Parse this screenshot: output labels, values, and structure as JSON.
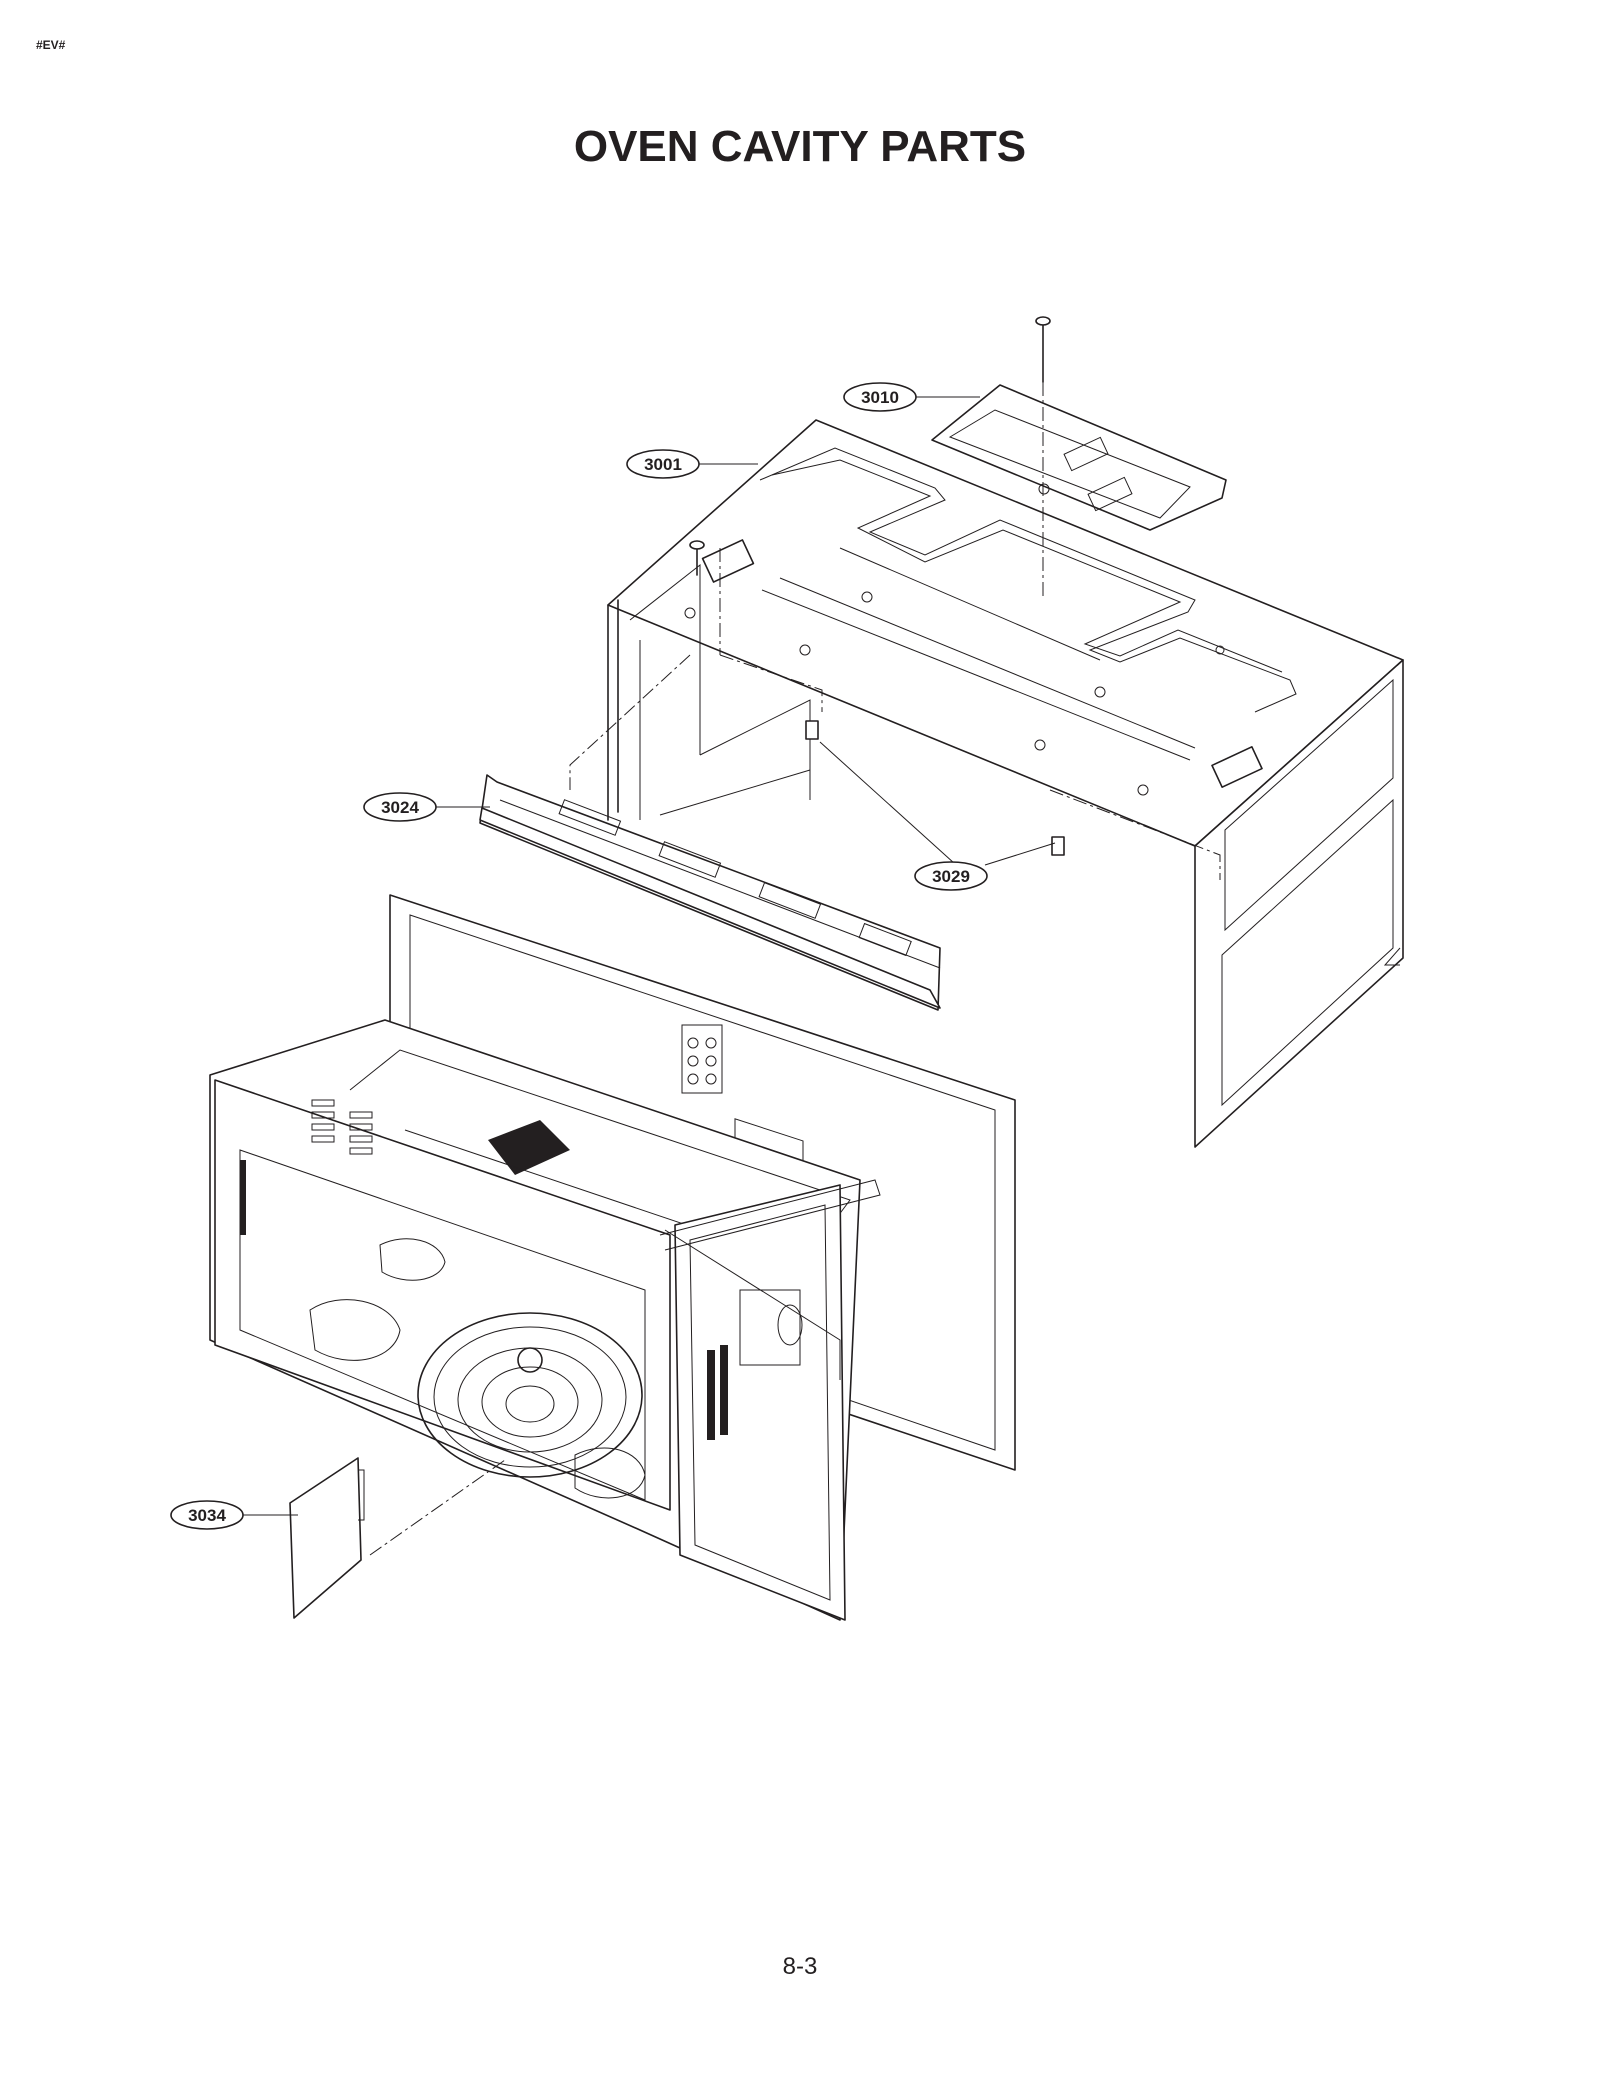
{
  "header": {
    "marker": "#EV#"
  },
  "title": "OVEN CAVITY PARTS",
  "callouts": {
    "c3010": "3010",
    "c3001": "3001",
    "c3024": "3024",
    "c3029": "3029",
    "c3034": "3034"
  },
  "footer": {
    "page_number": "8-3"
  }
}
